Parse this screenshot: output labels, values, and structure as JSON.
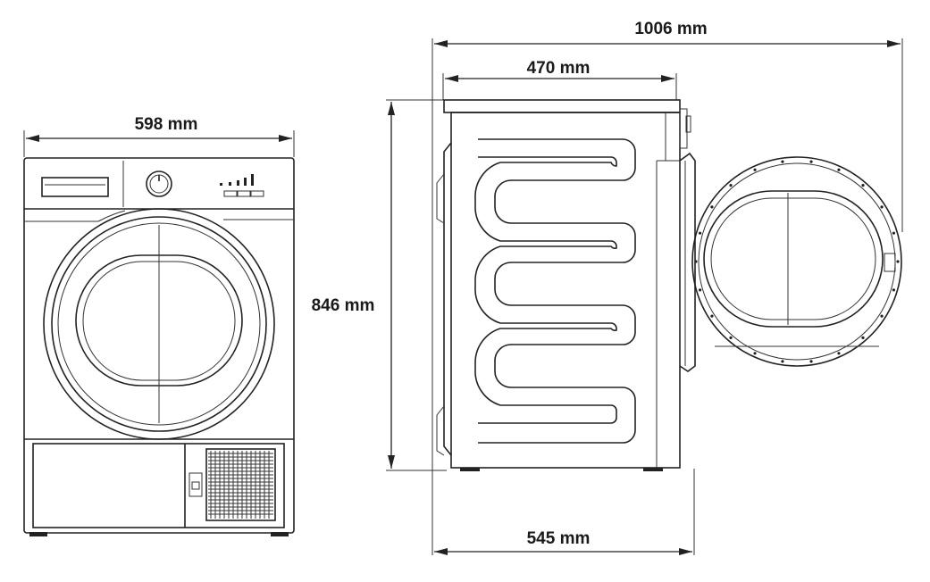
{
  "dimensions": {
    "front_width": "598 mm",
    "height": "846 mm",
    "depth_open_door": "1006 mm",
    "top_depth": "470 mm",
    "depth_body": "545 mm"
  },
  "colors": {
    "line": "#222222",
    "background": "#ffffff"
  }
}
